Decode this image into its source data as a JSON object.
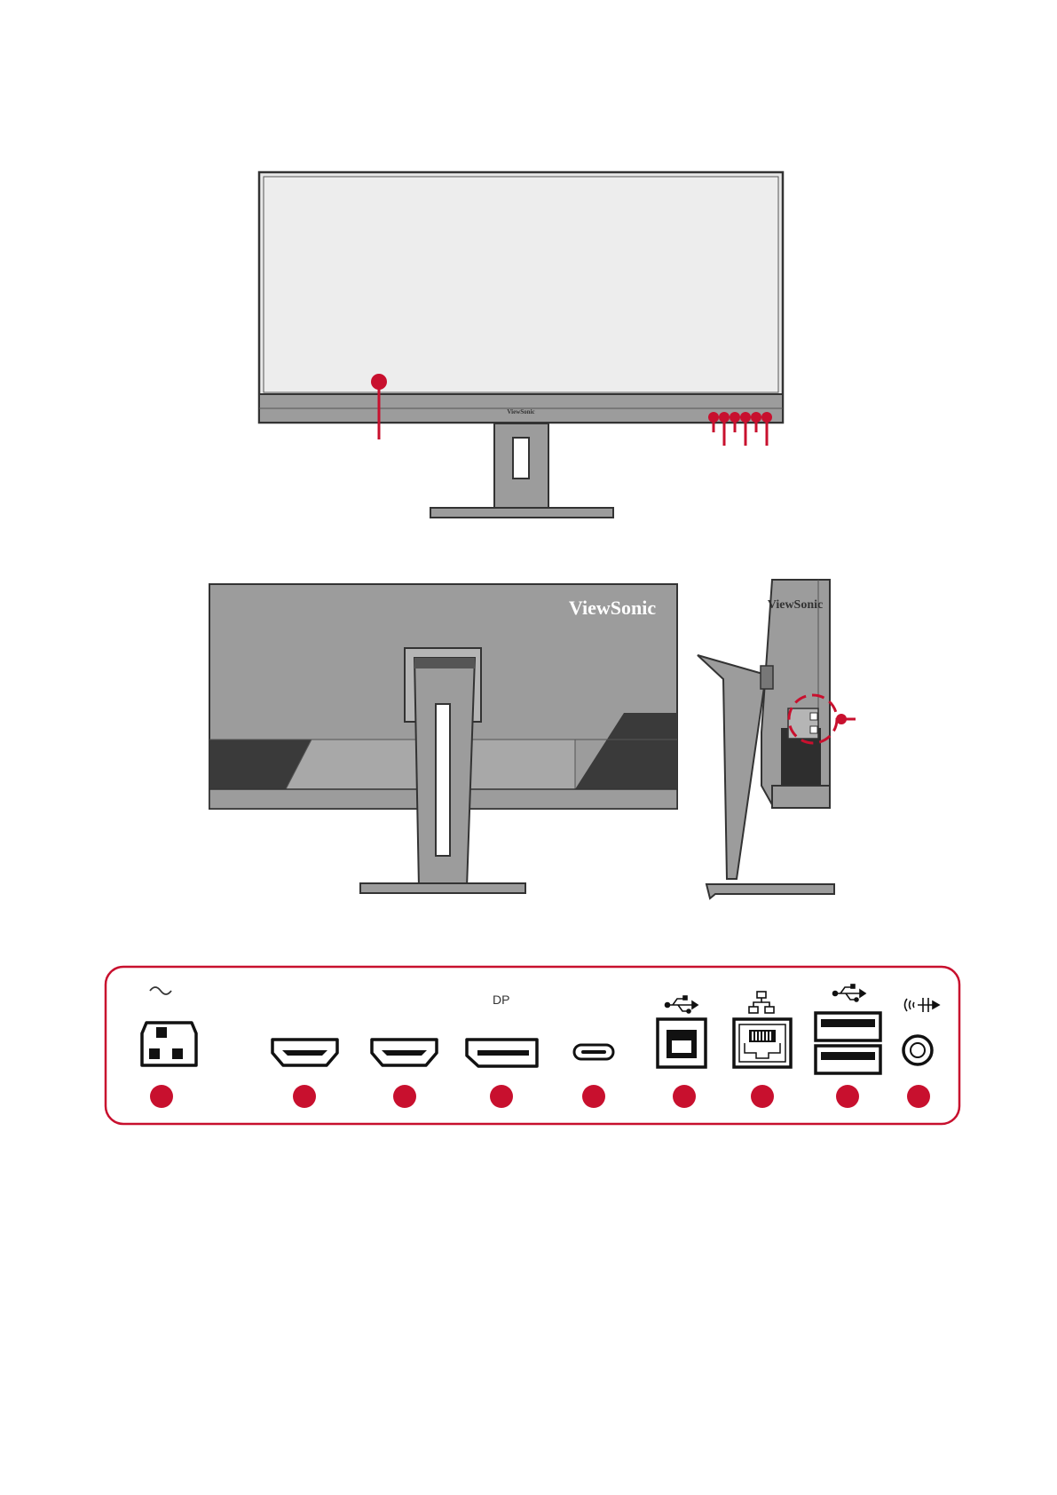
{
  "brand": "ViewSonic",
  "colors": {
    "accent": "#C8102E",
    "screen": "#EDEDED",
    "body": "#9C9C9C",
    "dark": "#4A4A4A",
    "outline": "#333333"
  },
  "front_view": {
    "brand_on_bezel": "ViewSonic",
    "callout_count": 7
  },
  "back_view": {
    "brand_on_back": "ViewSonic",
    "side_brand": "ViewSonic"
  },
  "io_panel": {
    "ports": [
      {
        "name": "ac-power-in",
        "icon": "ac-power-icon",
        "symbol": "~"
      },
      {
        "name": "hdmi-1",
        "icon": "hdmi-port-icon"
      },
      {
        "name": "hdmi-2",
        "icon": "hdmi-port-icon"
      },
      {
        "name": "displayport",
        "icon": "displayport-icon",
        "label": "DP"
      },
      {
        "name": "usb-c",
        "icon": "usb-c-port-icon"
      },
      {
        "name": "usb-b-upstream",
        "icon": "usb-b-port-icon"
      },
      {
        "name": "rj45",
        "icon": "rj45-port-icon"
      },
      {
        "name": "usb-a-downstream",
        "icon": "usb-a-ports-icon"
      },
      {
        "name": "audio-out",
        "icon": "audio-jack-icon"
      }
    ]
  }
}
